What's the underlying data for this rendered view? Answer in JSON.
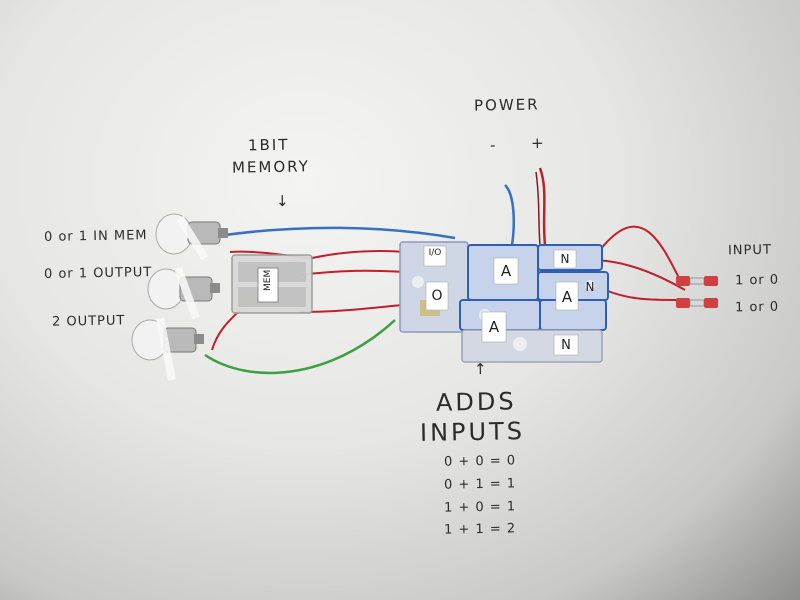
{
  "labels": {
    "power": "POWER",
    "minus": "-",
    "plus": "+",
    "memory_line1": "1BIT",
    "memory_line2": "MEMORY",
    "memory_arrow": "↓",
    "row1": "0 or 1 IN MEM",
    "row2": "0 or 1 OUTPUT",
    "row3": "2 OUTPUT",
    "input": "INPUT",
    "input_opt1": "1 or 0",
    "input_opt2": "1 or 0",
    "adds_line1": "ADDS",
    "adds_line2": "INPUTS",
    "adds_arrow": "↑"
  },
  "truth_table": [
    "0 + 0 = 0",
    "0 + 1 = 1",
    "1 + 0 = 1",
    "1 + 1 = 2"
  ],
  "block_tags": {
    "mem": "MEM",
    "io": "I/O",
    "o": "O",
    "a1": "A",
    "a2": "A",
    "a3": "A",
    "n1": "N",
    "n2": "N",
    "n3": "N"
  },
  "colors": {
    "paper": "#e8e8e6",
    "wire_red": "#c0202a",
    "wire_blue": "#3a6fc4",
    "wire_green": "#3aa040",
    "block_blue": "#2f5fb0",
    "ink": "#2b2b2b"
  }
}
